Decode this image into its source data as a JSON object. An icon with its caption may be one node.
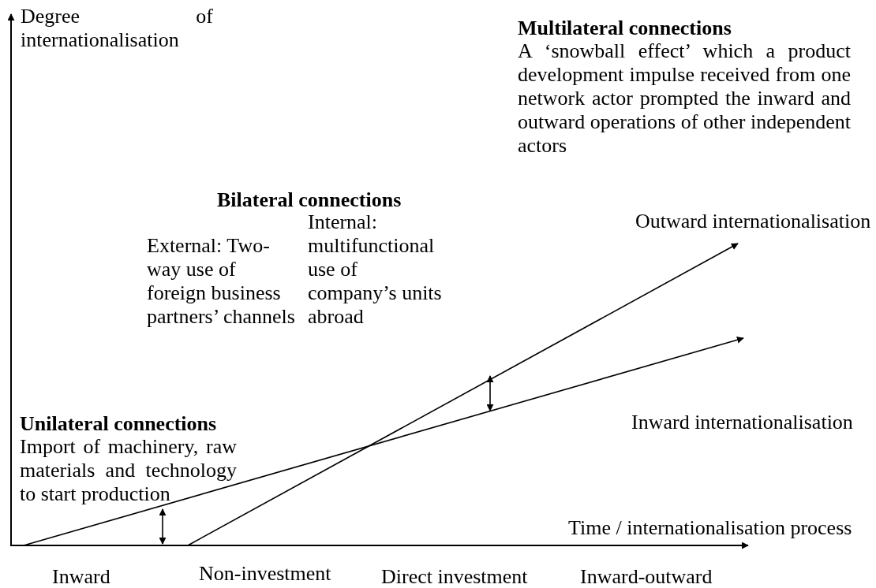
{
  "diagram": {
    "labels": [
      "Degree of internationalisation",
      "Multilateral connections",
      "A ‘snowball effect’ which a product development impulse received from one network actor prompted the inward and outward operations of other independent actors",
      "Bilateral connections",
      "External: Two-way use of foreign business partners’ channels",
      "Internal: multifunctional use of company’s units abroad",
      "Outward internationalisation",
      "Unilateral connections",
      "Import of machinery, raw materials and technology to start production",
      "Inward internationalisation",
      "Time / internationalisation process",
      "Inward",
      "Non-investment",
      "Direct investment",
      "Inward-outward"
    ]
  }
}
